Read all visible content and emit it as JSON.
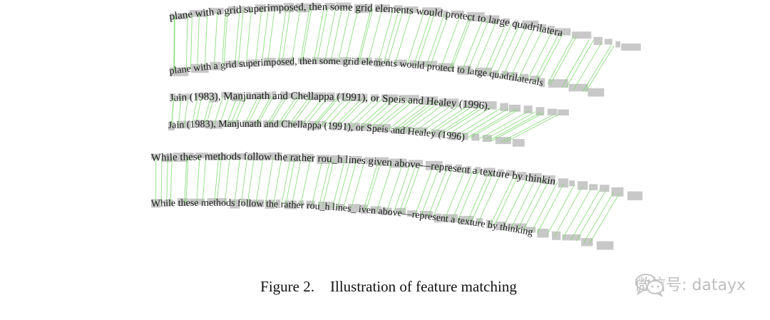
{
  "figure": {
    "pairs": [
      {
        "top": "plane with a grid superimposed, then some grid elements would protect to large quadrilatera",
        "bottom": "plane with a grid superimposed, then some grid elements would protect to large quadrilaterals"
      },
      {
        "top": "Jain (1983), Manjunath and Chellappa (1991), or Speis and Healey (1996).",
        "bottom": "Jain (1983), Manjunath and Chellappa (1991), or Speis and Healey (1996)"
      },
      {
        "top": "While these methods follow the rather rou_h lines given above—represent a texture by thinkin",
        "bottom": "While these methods follow the rather rou_h lines_ iven above—represent a texture by thinking"
      }
    ]
  },
  "caption": {
    "label": "Figure 2.",
    "text": "Illustration of feature matching"
  },
  "watermark": {
    "text": "微信号: datayx",
    "icon": "wechat-icon"
  },
  "colors": {
    "match_line": "#7ad86a",
    "text": "#1a1a1a",
    "watermark": "#bfbfbf"
  }
}
